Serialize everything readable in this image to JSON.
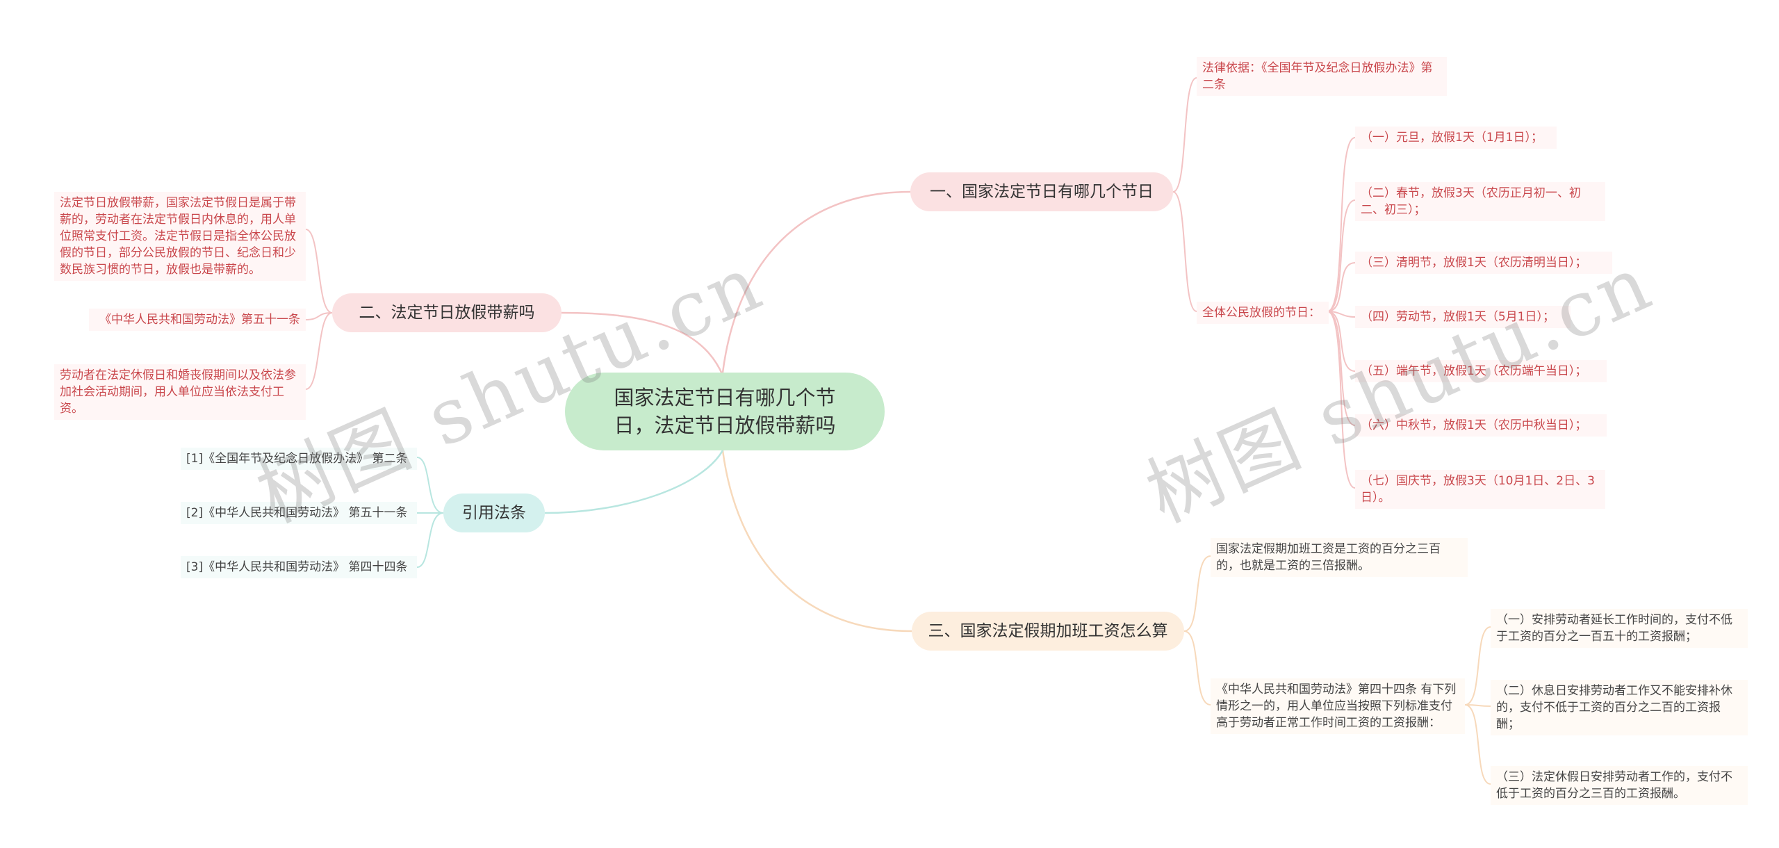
{
  "center": "国家法定节日有哪几个节日，法定节日放假带薪吗",
  "branches": {
    "b1": {
      "label": "一、国家法定节日有哪几个节日",
      "basis": "法律依据：《全国年节及纪念日放假办法》第二条",
      "holidays_label": "全体公民放假的节日：",
      "holidays": [
        "（一）元旦，放假1天（1月1日）；",
        "（二）春节，放假3天（农历正月初一、初二、初三）；",
        "（三）清明节，放假1天（农历清明当日）；",
        "（四）劳动节，放假1天（5月1日）；",
        "（五）端午节，放假1天（农历端午当日）；",
        "（六）中秋节，放假1天（农历中秋当日）；",
        "（七）国庆节，放假3天（10月1日、2日、3日）。"
      ]
    },
    "b2": {
      "label": "二、法定节日放假带薪吗",
      "items": [
        "法定节日放假带薪，国家法定节假日是属于带薪的，劳动者在法定节假日内休息的，用人单位照常支付工资。法定节假日是指全体公民放假的节日，部分公民放假的节日、纪念日和少数民族习惯的节日，放假也是带薪的。",
        "《中华人民共和国劳动法》第五十一条",
        "劳动者在法定休假日和婚丧假期间以及依法参加社会活动期间，用人单位应当依法支付工资。"
      ]
    },
    "b3": {
      "label": "三、国家法定假期加班工资怎么算",
      "summary": "国家法定假期加班工资是工资的百分之三百的，也就是工资的三倍报酬。",
      "law": "《中华人民共和国劳动法》第四十四条 有下列情形之一的，用人单位应当按照下列标准支付高于劳动者正常工作时间工资的工资报酬：",
      "items": [
        "（一）安排劳动者延长工作时间的，支付不低于工资的百分之一百五十的工资报酬；",
        "（二）休息日安排劳动者工作又不能安排补休的，支付不低于工资的百分之二百的工资报酬；",
        "（三）法定休假日安排劳动者工作的，支付不低于工资的百分之三百的工资报酬。"
      ]
    },
    "b4": {
      "label": "引用法条",
      "items": [
        "[1]《全国年节及纪念日放假办法》 第二条",
        "[2]《中华人民共和国劳动法》 第五十一条",
        "[3]《中华人民共和国劳动法》 第四十四条"
      ]
    }
  },
  "watermark": [
    "树图 shutu.cn",
    "树图 shutu.cn"
  ],
  "colors": {
    "center_fill": "#c7ebcc",
    "pink_fill": "#fbe1e2",
    "orange_fill": "#fdeede",
    "teal_fill": "#d4f1ee",
    "red_text": "#c9474c",
    "pink_line": "#f3c3c4",
    "orange_line": "#f7d9bb",
    "teal_line": "#b8e6e0"
  }
}
